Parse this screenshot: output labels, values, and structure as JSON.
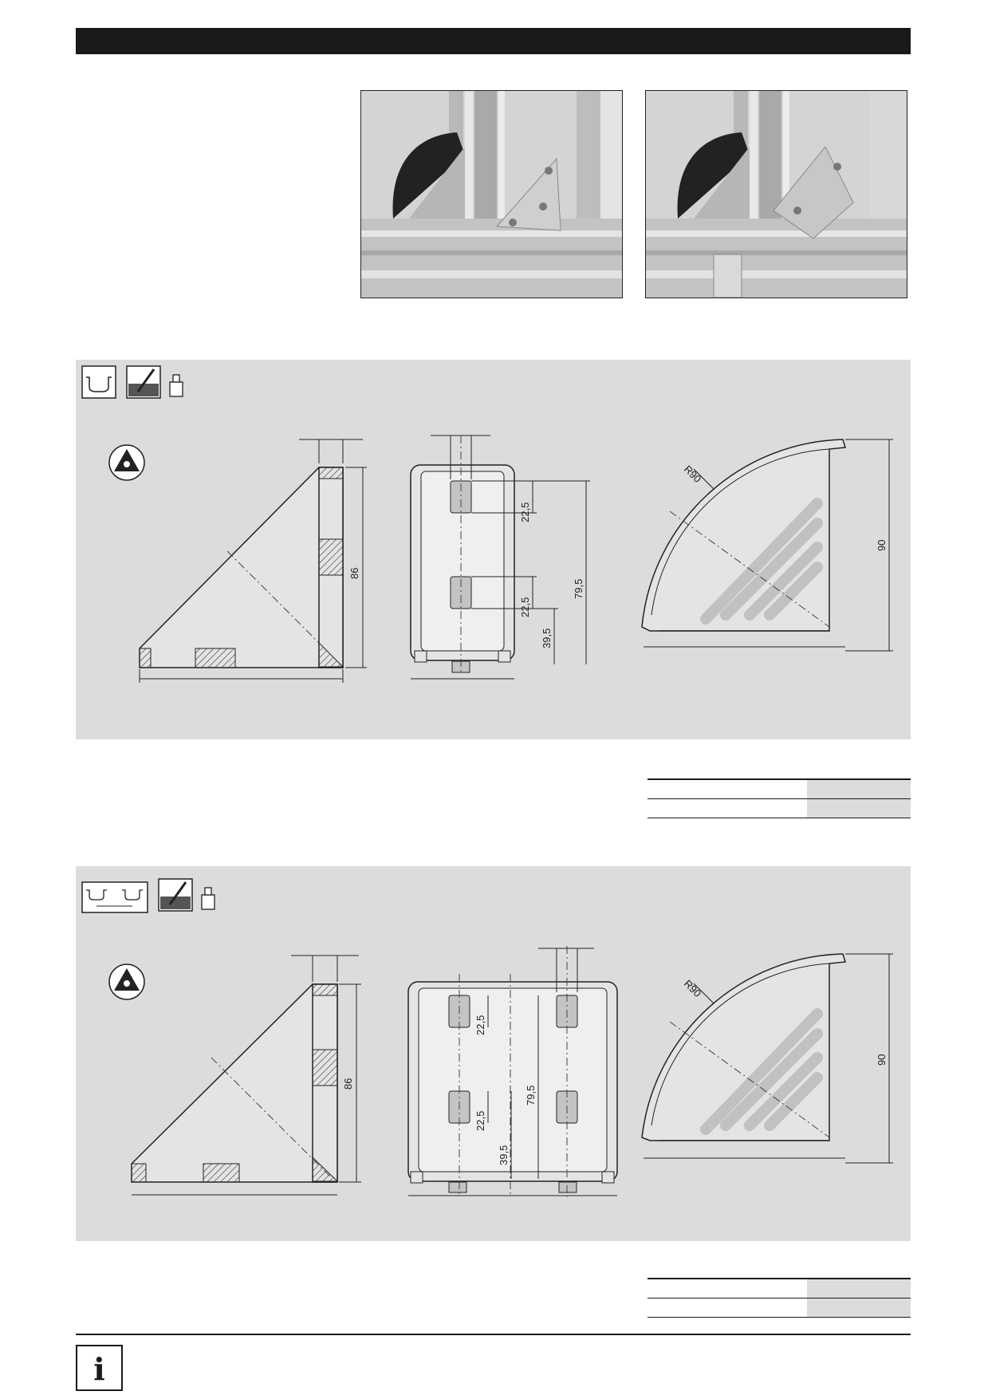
{
  "header": {
    "color": "#1a1a1a"
  },
  "photos": [
    {
      "icon": "photo-corner-bracket-with-cap"
    },
    {
      "icon": "photo-corner-bracket-open"
    }
  ],
  "sections": [
    {
      "icons": [
        "single-slot-profile-icon",
        "slot-mounting-icon",
        "weight-icon",
        "esd-warning-icon"
      ],
      "dims": {
        "height_side": "86",
        "slot_a": "22,5",
        "slot_b": "22,5",
        "offset": "39,5",
        "total": "79,5",
        "radius": "R90",
        "cap_height": "90"
      }
    },
    {
      "icons": [
        "double-slot-profile-icon",
        "slot-mounting-icon",
        "weight-icon",
        "esd-warning-icon"
      ],
      "dims": {
        "height_side": "86",
        "slot_a": "22,5",
        "slot_b": "22,5",
        "offset": "39,5",
        "total": "79,5",
        "radius": "R90",
        "cap_height": "90"
      }
    }
  ],
  "info": {
    "glyph": "i"
  }
}
